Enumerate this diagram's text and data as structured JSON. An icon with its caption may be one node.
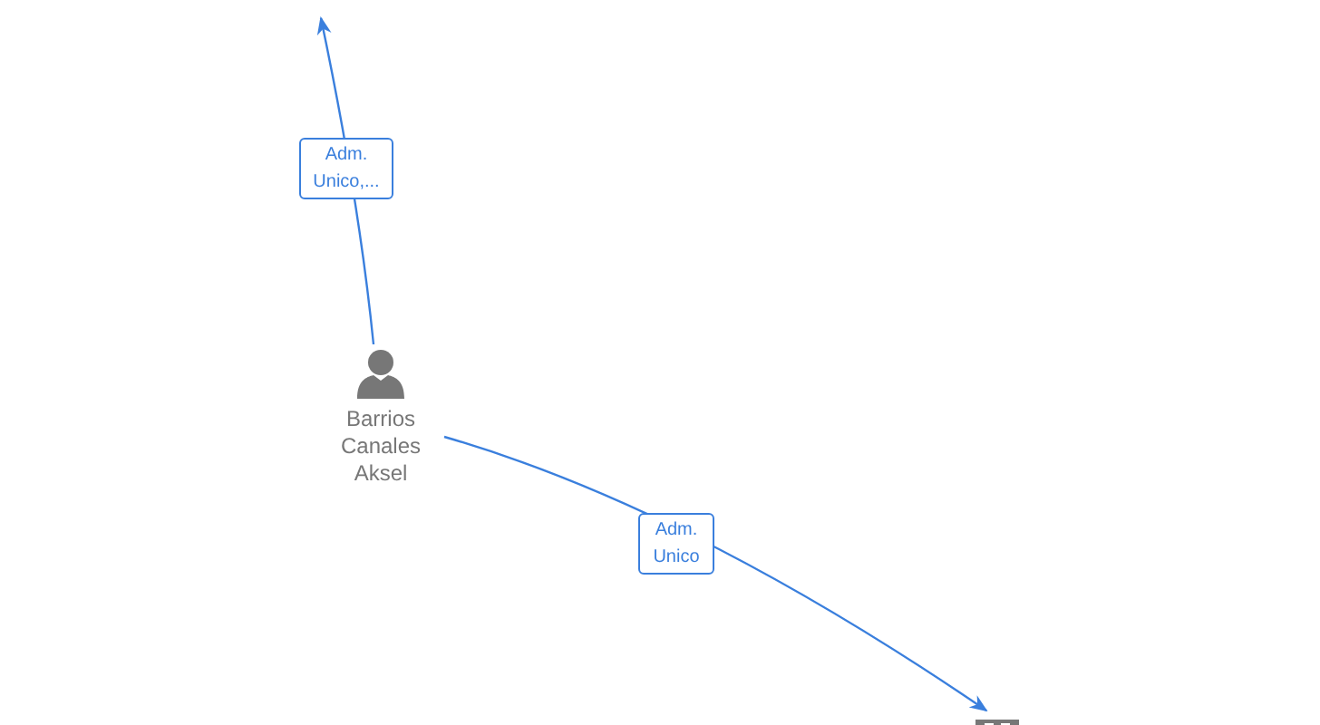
{
  "diagram": {
    "nodes": [
      {
        "text": [
          "Barrios Canales Aksel"
        ]
      },
      {
        "text": [],
        "shape": "building"
      }
    ],
    "edges": [
      {
        "from": 0,
        "to": null,
        "arrow": "to",
        "label": "Adm. Unico,..."
      },
      {
        "from": 0,
        "to": 1,
        "arrow": "to",
        "label": "Adm. Unico"
      }
    ]
  }
}
